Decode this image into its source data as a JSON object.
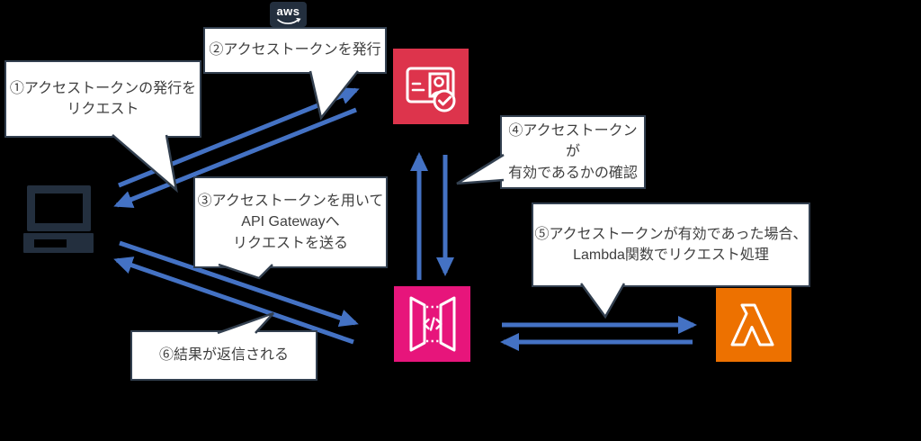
{
  "aws_badge": {
    "label": "aws"
  },
  "bubbles": [
    {
      "id": "1",
      "lines": [
        "①アクセストークンの発行を",
        "リクエスト"
      ]
    },
    {
      "id": "2",
      "lines": [
        "②アクセストークンを発行"
      ]
    },
    {
      "id": "3",
      "lines": [
        "③アクセストークンを用いて",
        "API Gatewayへ",
        "リクエストを送る"
      ]
    },
    {
      "id": "4",
      "lines": [
        "④アクセストークンが",
        "有効であるかの確認"
      ]
    },
    {
      "id": "5",
      "lines": [
        "⑤アクセストークンが有効であった場合、",
        "Lambda関数でリクエスト処理"
      ]
    },
    {
      "id": "6",
      "lines": [
        "⑥結果が返信される"
      ]
    }
  ],
  "icons": {
    "client": {
      "name": "client-computer",
      "color": "#232F3E"
    },
    "cognito": {
      "name": "amazon-cognito",
      "color": "#DD344C"
    },
    "api_gateway": {
      "name": "amazon-api-gateway",
      "color": "#E7157B"
    },
    "lambda": {
      "name": "aws-lambda",
      "color": "#ED7100"
    }
  },
  "arrows": [
    {
      "name": "request-token",
      "from": "client",
      "to": "cognito",
      "direction": "up-right"
    },
    {
      "name": "issue-token",
      "from": "cognito",
      "to": "client",
      "direction": "down-left"
    },
    {
      "name": "validate-token-request",
      "from": "api-gateway",
      "to": "cognito",
      "direction": "up"
    },
    {
      "name": "validate-token-response",
      "from": "cognito",
      "to": "api-gateway",
      "direction": "down"
    },
    {
      "name": "api-request",
      "from": "client",
      "to": "api-gateway",
      "direction": "down-right"
    },
    {
      "name": "api-response",
      "from": "api-gateway",
      "to": "client",
      "direction": "up-left"
    },
    {
      "name": "invoke-lambda",
      "from": "api-gateway",
      "to": "lambda",
      "direction": "right"
    },
    {
      "name": "lambda-response",
      "from": "lambda",
      "to": "api-gateway",
      "direction": "left"
    }
  ],
  "colors": {
    "arrow": "#4472C4",
    "bubble_border": "#334050",
    "bubble_fill": "#FFFFFF",
    "text": "#3F3F3F",
    "background": "#000000",
    "aws_badge": "#232F3E"
  }
}
